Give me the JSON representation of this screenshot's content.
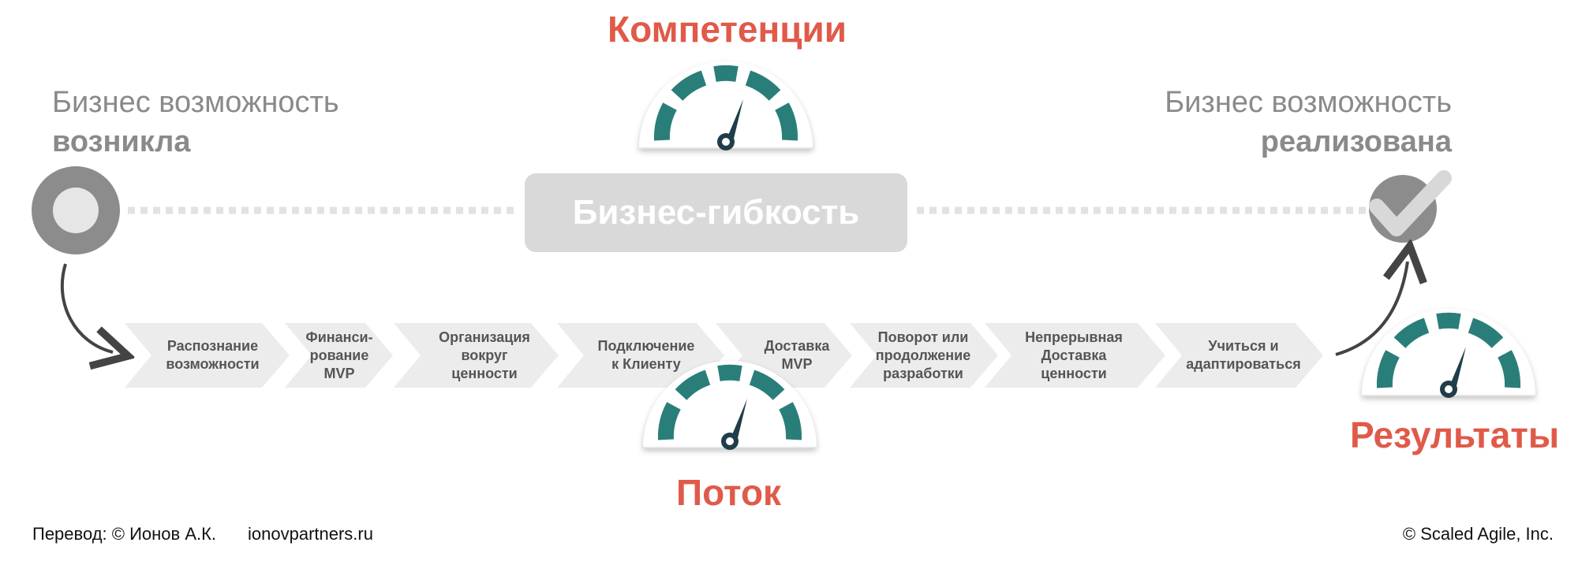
{
  "headings": {
    "competencies": "Компетенции",
    "flow": "Поток",
    "results": "Результаты"
  },
  "start": {
    "line1": "Бизнес возможность",
    "line2": "возникла"
  },
  "end": {
    "line1": "Бизнес возможность",
    "line2": "реализована"
  },
  "center_label": "Бизнес-гибкость",
  "steps": [
    {
      "label": "Распознание\nвозможности"
    },
    {
      "label": "Финанси-\nрование MVP"
    },
    {
      "label": "Организация\nвокруг\nценности"
    },
    {
      "label": "Подключение\nк Клиенту"
    },
    {
      "label": "Доставка\nMVP"
    },
    {
      "label": "Поворот или\nпродолжение\nразработки"
    },
    {
      "label": "Непрерывная\nДоставка\nценности"
    },
    {
      "label": "Учиться и\nадаптироваться"
    }
  ],
  "footer": {
    "translation": "Перевод: © Ионов А.К.",
    "site": "ionovpartners.ru",
    "copyright": "© Scaled Agile,  Inc."
  },
  "colors": {
    "accent_red": "#e05a4a",
    "gauge_teal": "#2a7e7a",
    "needle_dark": "#1f3d4a",
    "chevron_fill": "#ececec",
    "grey_circle": "#8c8c8c",
    "center_box": "#d9d9d9"
  },
  "icons": [
    "gauge-icon",
    "start-circle-icon",
    "checkmark-icon"
  ]
}
